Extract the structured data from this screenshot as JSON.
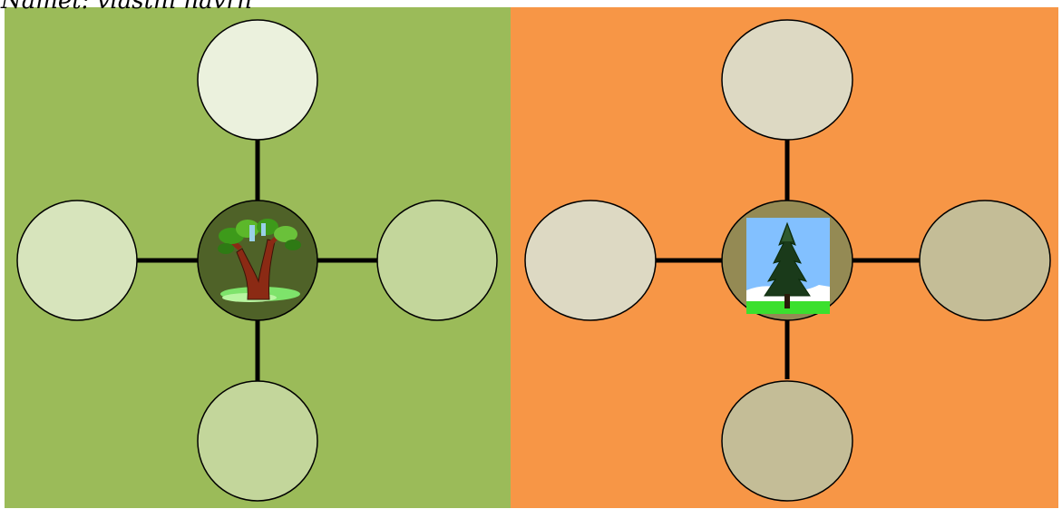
{
  "page": {
    "heading": "Námět: vlastní návrh"
  },
  "colors": {
    "left_panel_bg": "#9bbb59",
    "right_panel_bg": "#f79646",
    "left_center_fill": "#4f6228",
    "right_center_fill": "#948a54",
    "left_top_fill": "#ebf1dd",
    "left_side_fill": "#d7e4bc",
    "left_bottom_fill": "#c3d69b",
    "right_top_fill": "#ddd9c3",
    "right_side_fill": "#c4bd97",
    "line": "#000000"
  },
  "diagrams": [
    {
      "name": "deciduous-tree-diagram",
      "center_icon": "deciduous-tree-icon",
      "satellites": [
        "top",
        "left",
        "right",
        "bottom"
      ]
    },
    {
      "name": "conifer-tree-diagram",
      "center_icon": "conifer-tree-icon",
      "satellites": [
        "top",
        "left",
        "right",
        "bottom"
      ]
    }
  ]
}
